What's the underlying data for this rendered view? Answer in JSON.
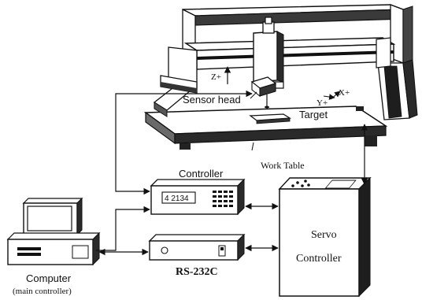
{
  "labels": {
    "z_axis": "Z+",
    "x_axis": "X+",
    "y_axis": "Y+",
    "sensor_head": "Sensor head",
    "target": "Target",
    "work_table": "Work Table",
    "controller": "Controller",
    "display_reading": "4 2134",
    "servo_line1": "Servo",
    "servo_line2": "Controller",
    "rs232c": "RS-232C",
    "computer": "Computer",
    "computer_sub": "(main controller)"
  }
}
